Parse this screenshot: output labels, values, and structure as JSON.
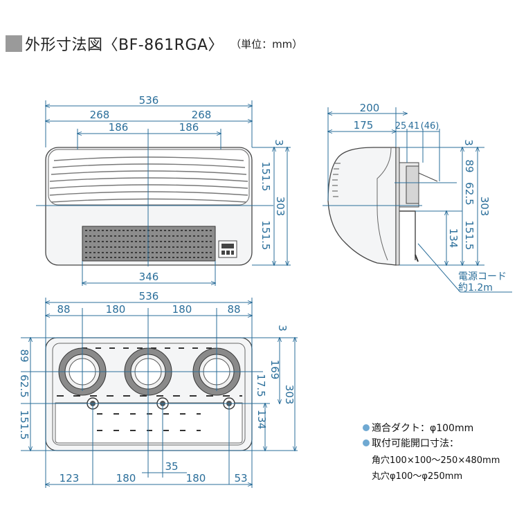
{
  "title": {
    "text": "外形寸法図〈BF-861RGA〉",
    "unit": "（単位：mm）"
  },
  "front_view": {
    "width_total": "536",
    "half_left": "268",
    "half_right": "268",
    "inner_left": "186",
    "inner_right": "186",
    "vent_width": "346",
    "right_top": "3",
    "right_upper": "151.5",
    "right_lower": "151.5",
    "right_total": "303"
  },
  "side_view": {
    "depth_total": "200",
    "depth_body": "175",
    "depth_a": "25",
    "depth_b": "41",
    "depth_c": "(46)",
    "right_top": "3",
    "right_89": "89",
    "right_62_5": "62.5",
    "right_134": "134",
    "right_151_5": "151.5",
    "right_total": "303",
    "cord_label_1": "電源コード",
    "cord_label_2": "約1.2m"
  },
  "back_view": {
    "width_total": "536",
    "top_88_left": "88",
    "top_180_left": "180",
    "top_180_right": "180",
    "top_88_right": "88",
    "left_89": "89",
    "left_62_5": "62.5",
    "left_151_5": "151.5",
    "right_3": "3",
    "right_17_5": "17.5",
    "right_169": "169",
    "right_134": "134",
    "right_303": "303",
    "center_35": "35",
    "bottom_123": "123",
    "bottom_180_left": "180",
    "bottom_180_right": "180",
    "bottom_53": "53"
  },
  "notes": {
    "duct": "適合ダクト：φ100mm",
    "opening_title": "取付可能開口寸法：",
    "opening_square": "角穴100×100〜250×480mm",
    "opening_round": "丸穴φ100〜φ250mm"
  },
  "colors": {
    "dimension": "#2a6e9a",
    "outline": "#444444",
    "bullet": "#6fa9d2"
  }
}
